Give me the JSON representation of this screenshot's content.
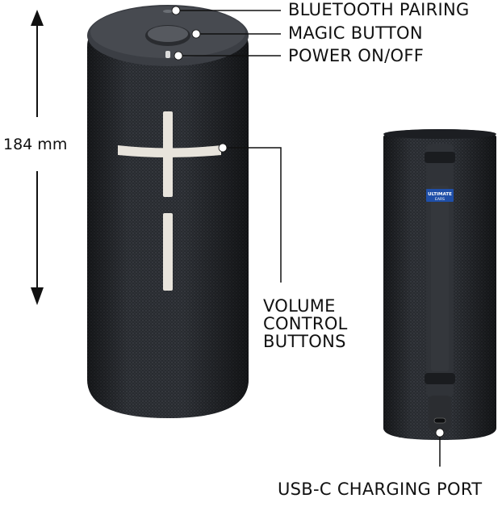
{
  "dimension": {
    "height_label": "184 mm"
  },
  "callouts": {
    "bluetooth": "BLUETOOTH PAIRING",
    "magic": "MAGIC BUTTON",
    "power": "POWER ON/OFF",
    "volume": "VOLUME\nCONTROL\nBUTTONS",
    "usb": "USB-C CHARGING PORT"
  },
  "back_badge": {
    "line1": "ULTIMATE",
    "line2": "EARS"
  },
  "colors": {
    "speaker_body": "#2b2e33",
    "speaker_top": "#3a3d42",
    "plus_minus": "#e8e4dc",
    "badge": "#1f4fa8",
    "line": "#111111"
  }
}
